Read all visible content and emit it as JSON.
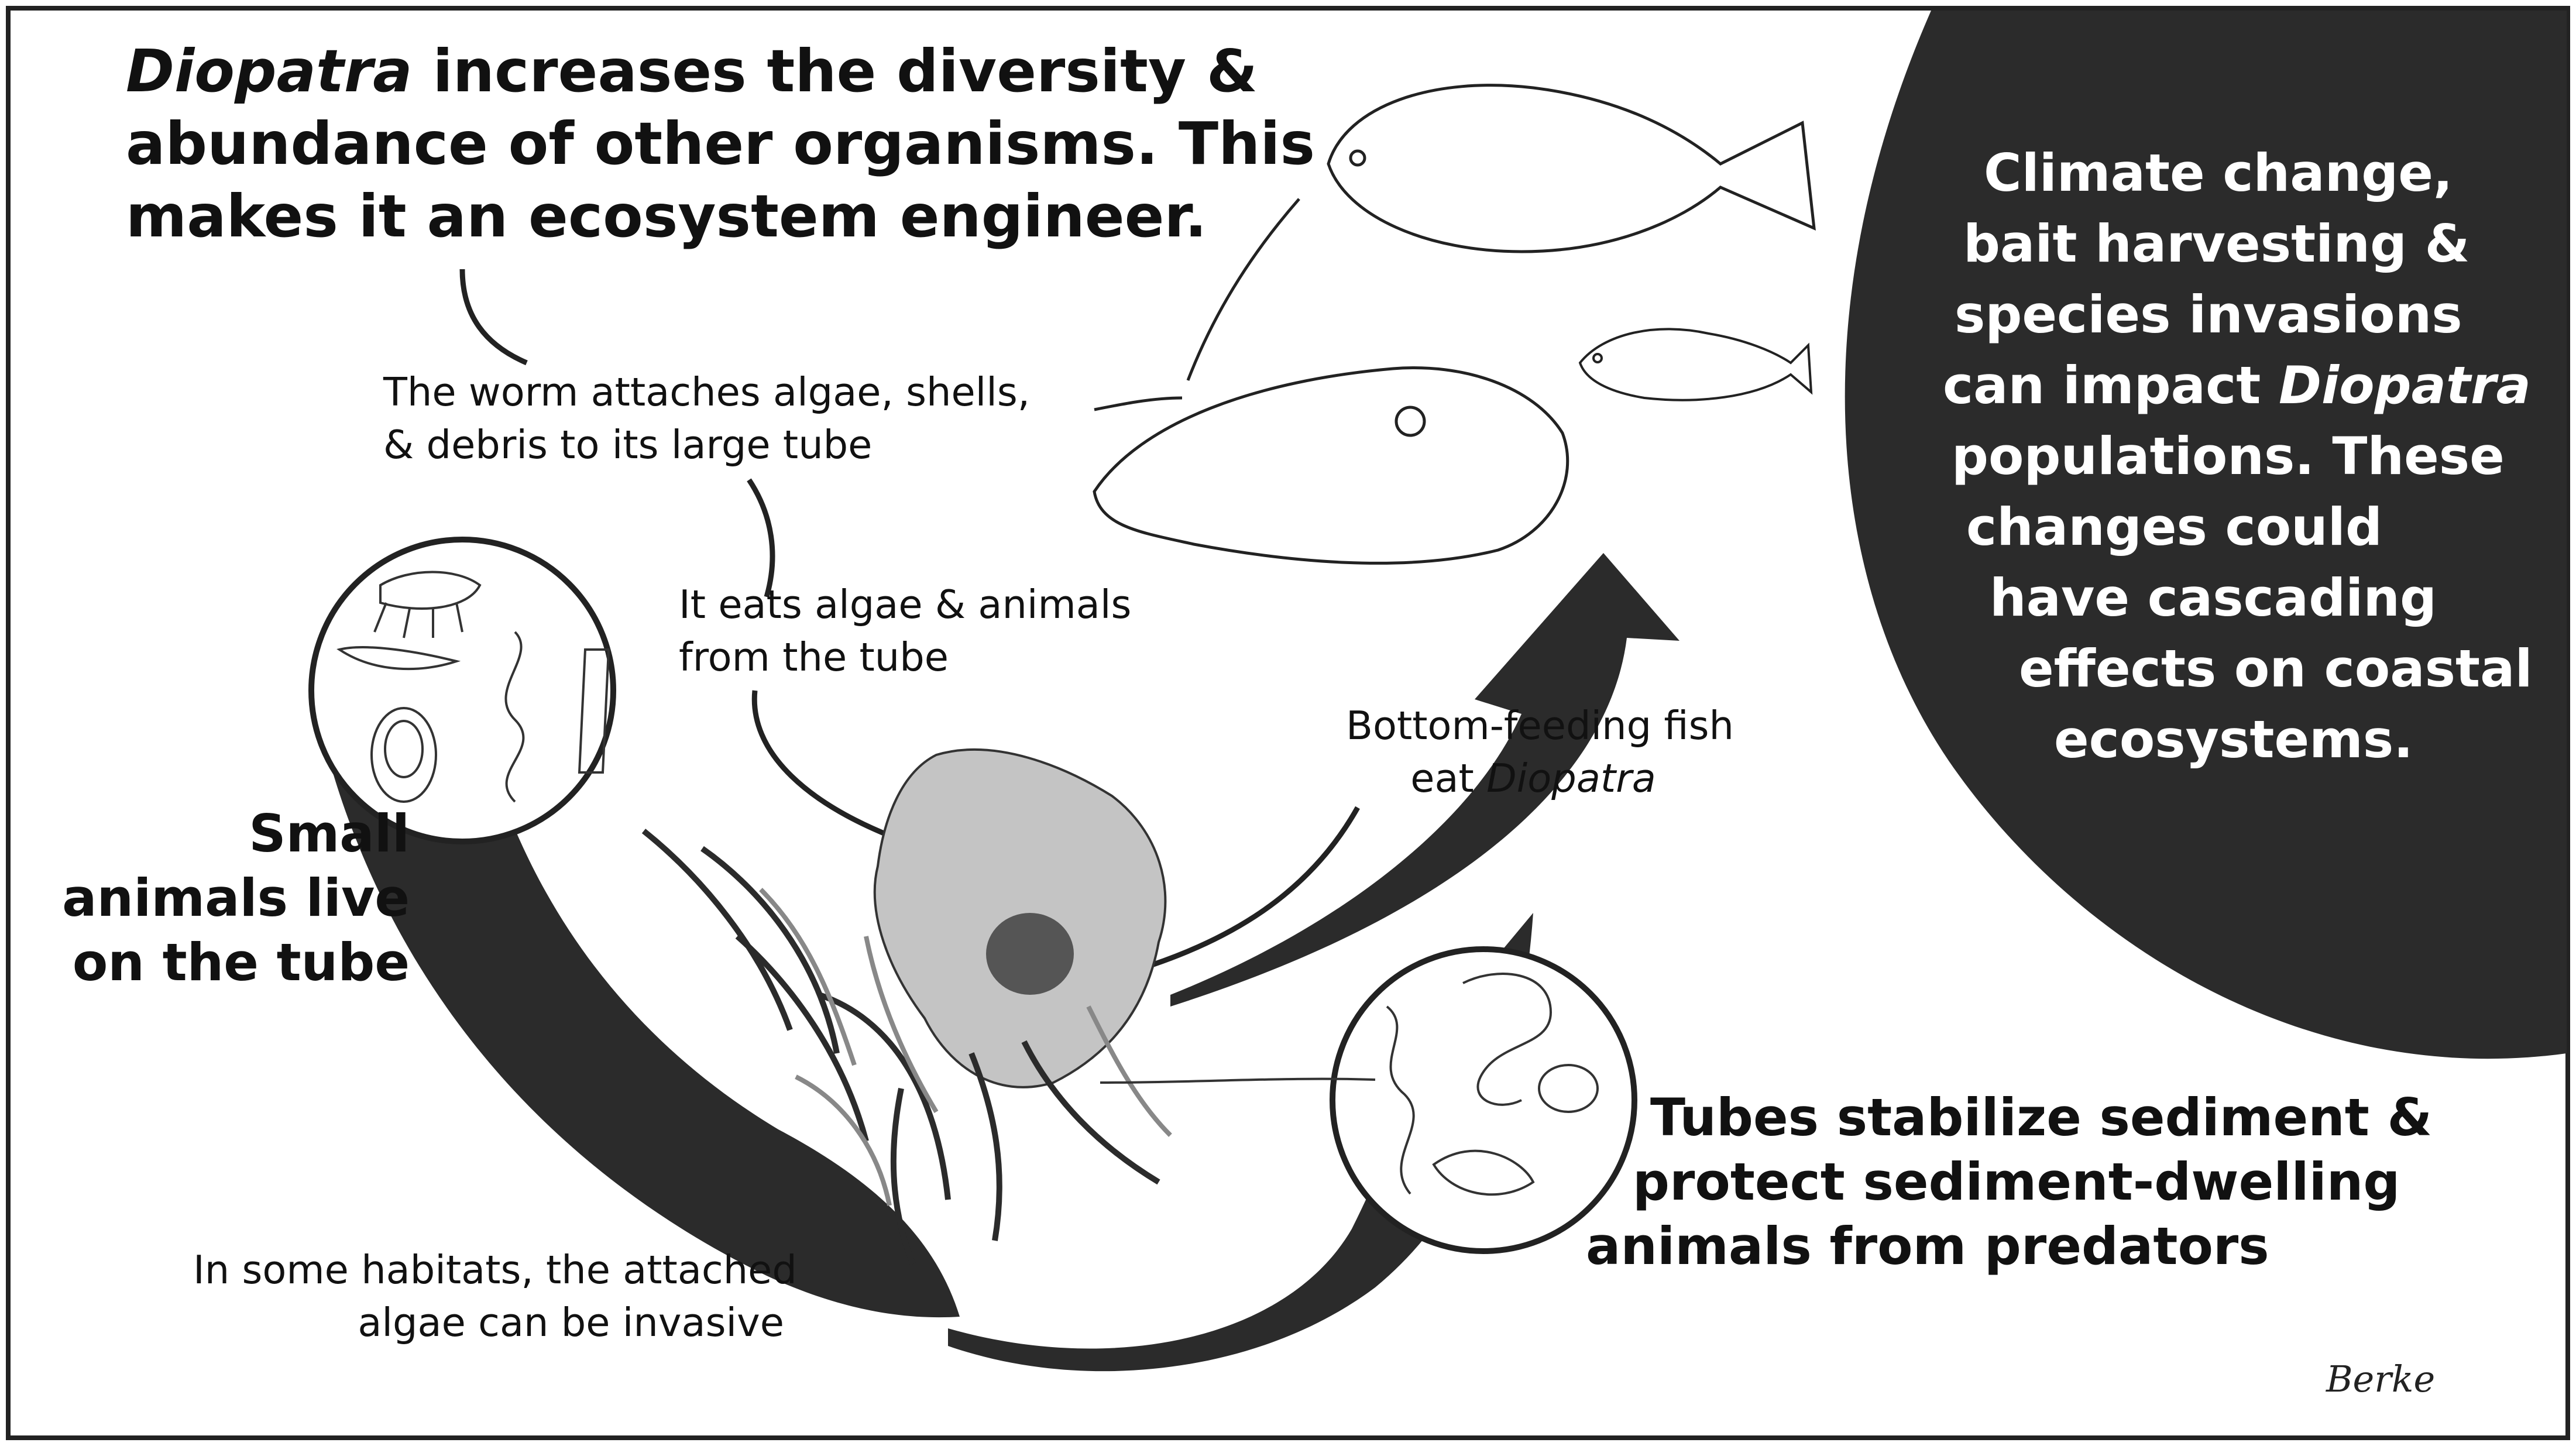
{
  "title": {
    "emph": "Diopatra",
    "rest": " increases the diversity &",
    "line2": "abundance of other organisms. This",
    "line3": "makes it an ecosystem engineer."
  },
  "labels": {
    "attach_1": "The worm attaches algae, shells,",
    "attach_2": "& debris to its large tube",
    "eats_1": "It eats algae & animals",
    "eats_2": "from the tube",
    "fish_1": "Bottom-feeding fish",
    "fish_2_pre": "eat ",
    "fish_2_emph": "Diopatra",
    "invasive_1": "In some habitats, the attached",
    "invasive_2": "algae can be invasive"
  },
  "small_animals": [
    "Small",
    "animals live",
    "on the tube"
  ],
  "tubes": [
    "Tubes stabilize sediment &",
    "protect sediment-dwelling",
    "animals from predators"
  ],
  "climate": {
    "l1": "Climate change,",
    "l2": "bait harvesting &",
    "l3": "species invasions",
    "l4_pre": "can impact ",
    "l4_emph": "Diopatra",
    "l5": "populations. These",
    "l6": "changes could",
    "l7": "have cascading",
    "l8": "effects on coastal",
    "l9": "ecosystems."
  },
  "signature": "Berke",
  "colors": {
    "dark": "#2b2b2b",
    "tube_gray": "#bdbdbd",
    "frame": "#222222"
  }
}
